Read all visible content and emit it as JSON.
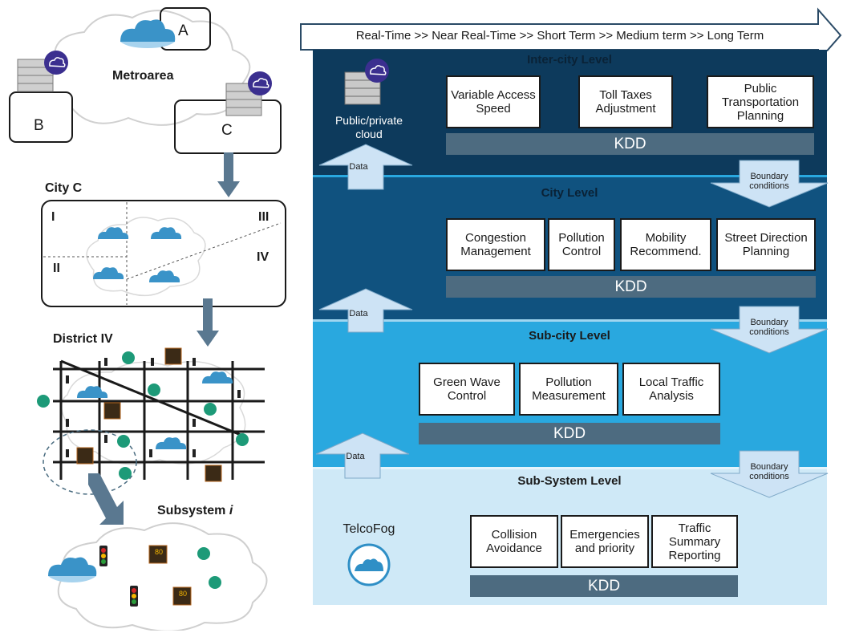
{
  "timeline": {
    "label": "Real-Time >> Near Real-Time >> Short Term >> Medium term >> Long Term"
  },
  "left": {
    "metroarea": "Metroarea",
    "node_a": "A",
    "node_b": "B",
    "node_c": "C",
    "city_title": "City C",
    "quadrant_i": "I",
    "quadrant_ii": "II",
    "quadrant_iii": "III",
    "quadrant_iv": "IV",
    "district_title": "District IV",
    "subsystem_title": "Subsystem ",
    "subsystem_var": "i",
    "speed_sign": "80"
  },
  "levels": {
    "intercity": {
      "title": "Inter-city Level",
      "cloud_label": "Public/private cloud",
      "functions": [
        "Variable Access Speed",
        "Toll Taxes Adjustment",
        "Public Transportation Planning"
      ],
      "kdd": "KDD"
    },
    "city": {
      "title": "City Level",
      "functions": [
        "Congestion Management",
        "Pollution Control",
        "Mobility Recommend.",
        "Street Direction Planning"
      ],
      "kdd": "KDD"
    },
    "subcity": {
      "title": "Sub-city Level",
      "functions": [
        "Green Wave Control",
        "Pollution Measurement",
        "Local Traffic Analysis"
      ],
      "kdd": "KDD"
    },
    "subsystem": {
      "title": "Sub-System Level",
      "fog_label": "TelcoFog",
      "functions": [
        "Collision Avoidance",
        "Emergencies and priority",
        "Traffic Summary Reporting"
      ],
      "kdd": "KDD"
    }
  },
  "arrows": {
    "data": "Data",
    "boundary": "Boundary conditions"
  },
  "colors": {
    "intercity_band": "#0d3a5c",
    "city_band": "#10527f",
    "subcity_band": "#29a8df",
    "subsystem_band": "#cfe9f7",
    "kdd_bar": "#4d6b80",
    "arrow_fill": "#cde3f5",
    "cloud_blue": "#2f8fc6"
  }
}
